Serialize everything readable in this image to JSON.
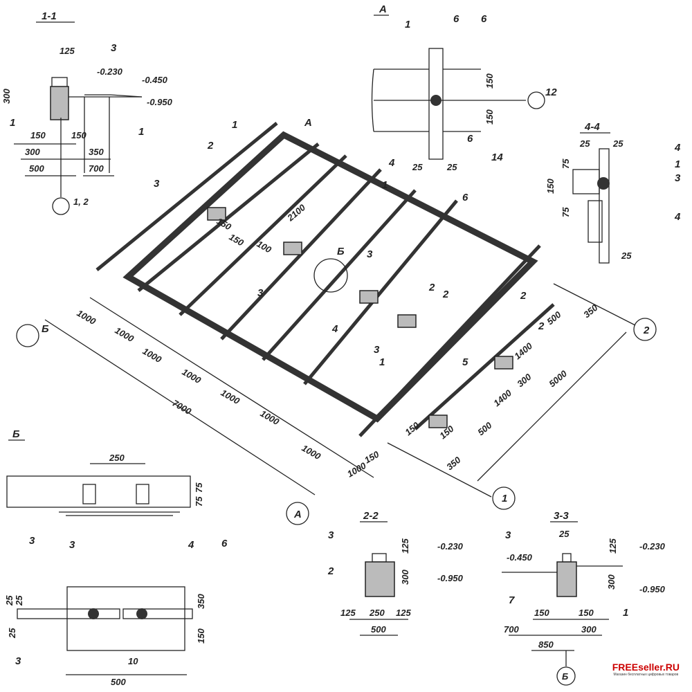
{
  "section_1_1": {
    "title": "1-1",
    "labels": [
      "125",
      "3",
      "-0.230",
      "-0.450",
      "-0.950",
      "300",
      "1",
      "1",
      "150",
      "150",
      "300",
      "350",
      "500",
      "700",
      "1, 2"
    ]
  },
  "detail_A": {
    "title": "A",
    "labels": [
      "1",
      "6",
      "6",
      "150",
      "150",
      "12",
      "6",
      "25",
      "25",
      "14"
    ]
  },
  "section_4_4": {
    "title": "4-4",
    "labels": [
      "25",
      "25",
      "4",
      "1",
      "3",
      "75",
      "150",
      "75",
      "4",
      "25"
    ]
  },
  "plan": {
    "labels": [
      "1",
      "2",
      "A",
      "3",
      "4",
      "1",
      "2100",
      "150",
      "150",
      "100",
      "Б",
      "3",
      "2",
      "3",
      "4",
      "1",
      "6",
      "2",
      "5",
      "2",
      "500",
      "350",
      "1400",
      "300",
      "1400",
      "500",
      "150",
      "150",
      "5000",
      "350",
      "1000",
      "1000",
      "1000",
      "1000",
      "1000",
      "1000",
      "1000",
      "7000",
      "150",
      "1000",
      "Б",
      "A",
      "2",
      "1",
      "3",
      "2"
    ]
  },
  "detail_B": {
    "title": "Б",
    "labels": [
      "250",
      "75",
      "75",
      "3",
      "3",
      "4",
      "6",
      "25",
      "25",
      "350",
      "25",
      "150",
      "3",
      "10",
      "500"
    ]
  },
  "section_2_2": {
    "title": "2-2",
    "labels": [
      "3",
      "125",
      "-0.230",
      "2",
      "300",
      "-0.950",
      "125",
      "250",
      "125",
      "500"
    ]
  },
  "section_3_3": {
    "title": "3-3",
    "labels": [
      "3",
      "25",
      "125",
      "-0.230",
      "-0.450",
      "7",
      "300",
      "-0.950",
      "150",
      "150",
      "1",
      "700",
      "300",
      "850",
      "Б"
    ]
  },
  "watermark": {
    "brand": "FREEseller.RU",
    "tagline": "Магазин бесплатных цифровых товаров"
  }
}
